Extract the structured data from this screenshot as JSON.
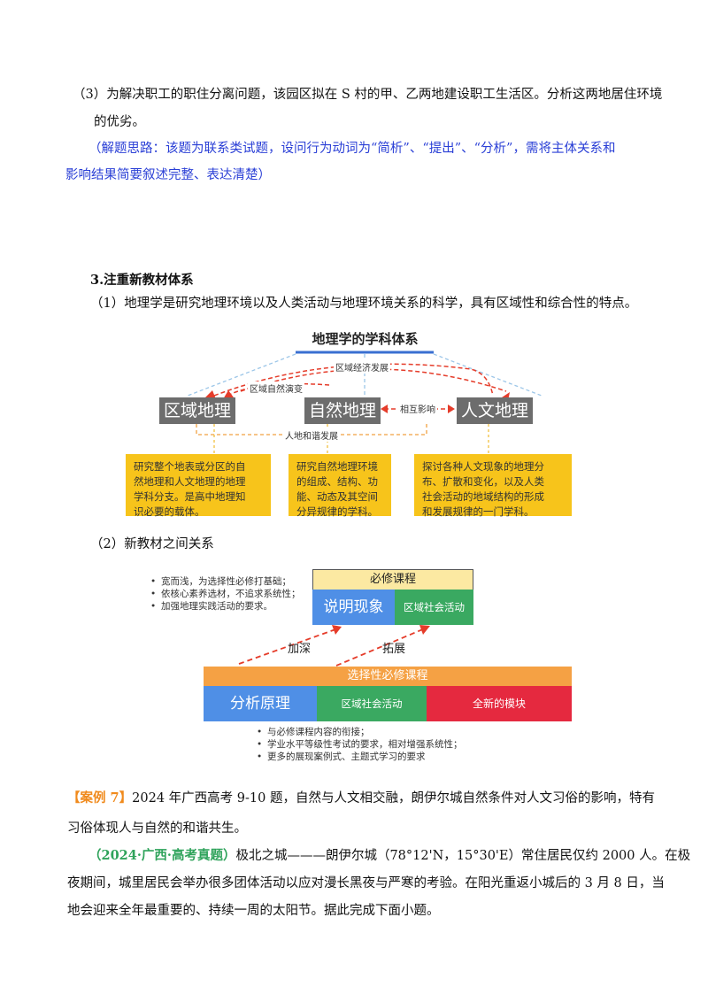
{
  "q3": {
    "line1": "（3）为解决职工的职住分离问题，该园区拟在 S 村的甲、乙两地建设职工生活区。分析这两地居住环境",
    "line2": "的优劣。",
    "hint1": "（解题思路：该题为联系类试题，设问行为动词为“简析”、“提出”、“分析”，需将主体关系和",
    "hint2": "影响结果简要叙述完整、表达清楚）"
  },
  "section3": {
    "heading": "3.注重新教材体系",
    "p1": "（1）地理学是研究地理环境以及人类活动与地理环境关系的科学，具有区域性和综合性的特点。",
    "p2": "（2）新教材之间关系"
  },
  "diagram1": {
    "title": "地理学的学科体系",
    "regional": "区域地理",
    "physical": "自然地理",
    "human": "人文地理",
    "arrow_economy": "区域经济发展",
    "arrow_nature": "区域自然演变",
    "arrow_mutual": "相互影响",
    "arrow_harmony": "人地和谐发展",
    "note_regional": [
      "研究整个地表或分区的自",
      "然地理和人文地理的地理",
      "学科分支。是高中地理知",
      "识必要的载体。"
    ],
    "note_physical": [
      "研究自然地理环境",
      "的组成、结构、功",
      "能、动态及其空间",
      "分异规律的学科。"
    ],
    "note_human": [
      "探讨各种人文现象的地理分",
      "布、扩散和变化，以及人类",
      "社会活动的地域结构的形成",
      "和发展规律的一门学科。"
    ]
  },
  "diagram2": {
    "required_header": "必修课程",
    "explain": "说明现象",
    "regional_activity_1": "区域社会活动",
    "deepen": "加深",
    "expand": "拓展",
    "elective_header": "选择性必修课程",
    "analyze": "分析原理",
    "regional_activity_2": "区域社会活动",
    "new_module": "全新的模块",
    "bullets_top": [
      "宽而浅，为选择性必修打基础；",
      "依核心素养选材，不追求系统性；",
      "加强地理实践活动的要求。"
    ],
    "bullets_bottom": [
      "与必修课程内容的衔接；",
      "学业水平等级性考试的要求，相对增强系统性；",
      "更多的展现案例式、主题式学习的要求"
    ],
    "colors": {
      "yellow": "#fce9a2",
      "blue": "#4f8fe6",
      "green": "#3aa961",
      "orange": "#f5a144",
      "red": "#e5293f"
    }
  },
  "case7": {
    "tag": "【案例 7】",
    "line1": "2024 年广西高考 9-10 题，自然与人文相交融，朗伊尔城自然条件对人文习俗的影响，特有",
    "line2": "习俗体现人与自然的和谐共生。"
  },
  "exam": {
    "source": "（2024·广西·高考真题）",
    "line1": "极北之城———朗伊尔城（78°12'N，15°30'E）常住居民仅约 2000 人。在极",
    "line2": "夜期间，城里居民会举办很多团体活动以应对漫长黑夜与严寒的考验。在阳光重返小城后的 3 月 8 日，当",
    "line3": "地会迎来全年最重要的、持续一周的太阳节。据此完成下面小题。"
  }
}
